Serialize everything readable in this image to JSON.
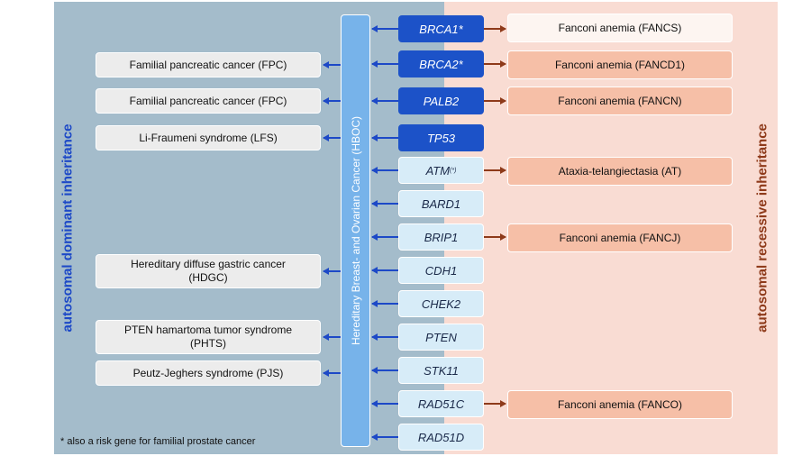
{
  "left_label": "autosomal dominant inheritance",
  "right_label": "autosomal recessive inheritance",
  "center_label": "Hereditary Breast- and Ovarian Cancer (HBOC)",
  "genes": [
    {
      "name": "BRCA1",
      "mark": "*",
      "style": "dark"
    },
    {
      "name": "BRCA2",
      "mark": "*",
      "style": "dark"
    },
    {
      "name": "PALB2",
      "mark": "",
      "style": "dark"
    },
    {
      "name": "TP53",
      "mark": "",
      "style": "dark"
    },
    {
      "name": "ATM",
      "mark": "(*)",
      "style": "light"
    },
    {
      "name": "BARD1",
      "mark": "",
      "style": "light"
    },
    {
      "name": "BRIP1",
      "mark": "",
      "style": "light"
    },
    {
      "name": "CDH1",
      "mark": "",
      "style": "light"
    },
    {
      "name": "CHEK2",
      "mark": "",
      "style": "light"
    },
    {
      "name": "PTEN",
      "mark": "",
      "style": "light"
    },
    {
      "name": "STK11",
      "mark": "",
      "style": "light"
    },
    {
      "name": "RAD51C",
      "mark": "",
      "style": "light"
    },
    {
      "name": "RAD51D",
      "mark": "",
      "style": "light"
    }
  ],
  "dominant_syndromes": [
    {
      "label": "Familial pancreatic cancer (FPC)",
      "gene": "BRCA2"
    },
    {
      "label": "Familial pancreatic cancer (FPC)",
      "gene": "PALB2"
    },
    {
      "label": "Li-Fraumeni syndrome (LFS)",
      "gene": "TP53"
    },
    {
      "label": "Hereditary diffuse gastric cancer (HDGC)",
      "gene": "CDH1"
    },
    {
      "label": "PTEN hamartoma tumor syndrome (PHTS)",
      "gene": "PTEN"
    },
    {
      "label": "Peutz-Jeghers syndrome (PJS)",
      "gene": "STK11"
    }
  ],
  "recessive_syndromes": [
    {
      "label": "Fanconi anemia  (FANCS)",
      "gene": "BRCA1",
      "style": "pale"
    },
    {
      "label": "Fanconi anemia  (FANCD1)",
      "gene": "BRCA2",
      "style": "salmon"
    },
    {
      "label": "Fanconi anemia  (FANCN)",
      "gene": "PALB2",
      "style": "salmon"
    },
    {
      "label": "Ataxia-telangiectasia  (AT)",
      "gene": "ATM",
      "style": "salmon"
    },
    {
      "label": "Fanconi anemia  (FANCJ)",
      "gene": "BRIP1",
      "style": "salmon"
    },
    {
      "label": "Fanconi anemia  (FANCO)",
      "gene": "RAD51C",
      "style": "salmon"
    }
  ],
  "footnote": "* also a risk gene for familial prostate cancer",
  "colors": {
    "blue_arrow": "#1d49c7",
    "brown_arrow": "#8e3a1a"
  }
}
